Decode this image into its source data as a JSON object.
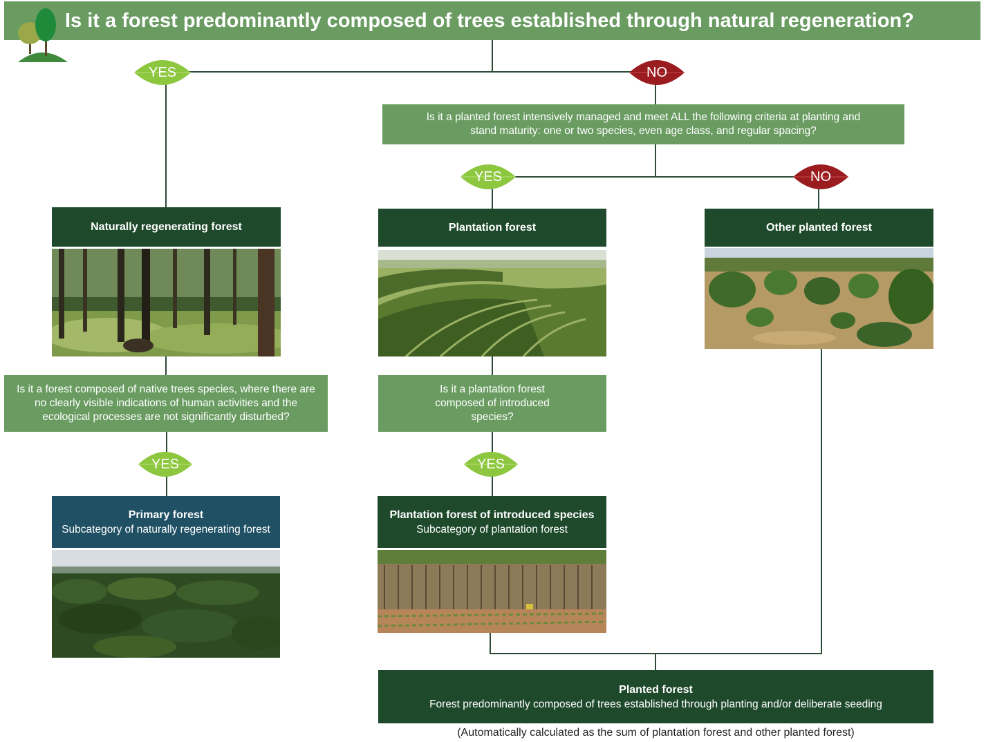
{
  "title": "Is it a forest predominantly composed of trees established through natural regeneration?",
  "icon": "trees-logo-icon",
  "colors": {
    "question_green": "#6a9c62",
    "category_dark_green": "#1e4a2b",
    "primary_teal": "#1f5064",
    "yes_leaf": "#8dc63f",
    "no_leaf": "#9b1c1f"
  },
  "answers": {
    "yes": "YES",
    "no": "NO"
  },
  "question_planted": "Is it a planted forest intensively managed and meet ALL the following criteria at planting and stand maturity: one or two species, even age class, and regular spacing?",
  "question_native": "Is it a forest composed of native trees species, where there are no clearly visible indications of human activities and the ecological processes are not significantly disturbed?",
  "question_introduced": "Is it a plantation forest composed of introduced species?",
  "categories": {
    "naturally_regenerating": "Naturally regenerating forest",
    "plantation": "Plantation forest",
    "other_planted": "Other planted forest"
  },
  "primary_forest": {
    "title": "Primary forest",
    "subtitle": "Subcategory of naturally regenerating forest"
  },
  "plantation_introduced": {
    "title": "Plantation forest of introduced species",
    "subtitle": "Subcategory of plantation forest"
  },
  "planted_forest": {
    "title": "Planted forest",
    "subtitle": "Forest predominantly composed of trees established through planting and/or deliberate seeding"
  },
  "footnote": "(Automatically calculated as the sum of plantation forest and other planted forest)"
}
